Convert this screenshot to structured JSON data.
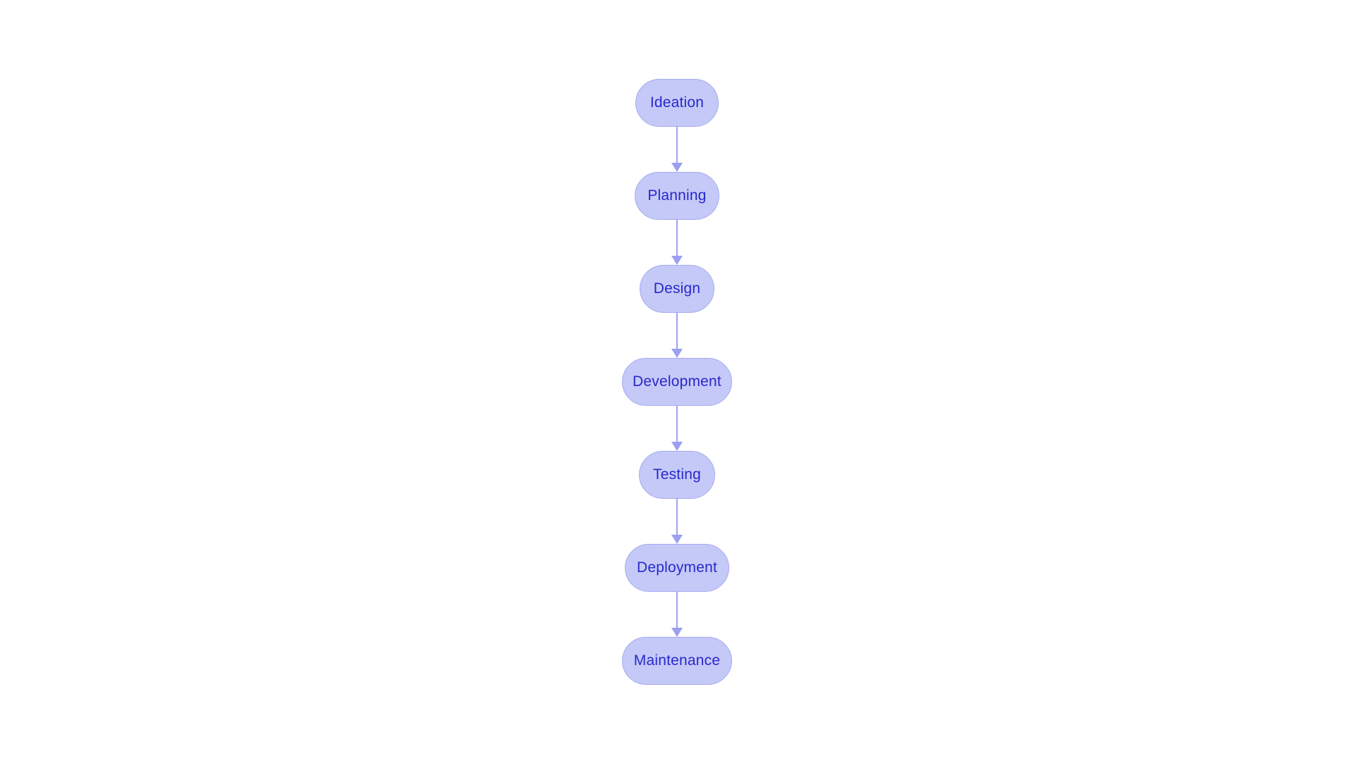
{
  "diagram": {
    "type": "flowchart",
    "orientation": "top-to-bottom",
    "background_color": "#ffffff",
    "node_fill": "#c5c9f7",
    "node_border": "#a5aaf0",
    "node_text_color": "#2828cc",
    "arrow_color": "#9a9ff0",
    "node_shape": "stadium",
    "nodes": [
      {
        "id": "ideation",
        "label": "Ideation",
        "width": 118
      },
      {
        "id": "planning",
        "label": "Planning",
        "width": 120
      },
      {
        "id": "design",
        "label": "Design",
        "width": 106
      },
      {
        "id": "development",
        "label": "Development",
        "width": 156
      },
      {
        "id": "testing",
        "label": "Testing",
        "width": 108
      },
      {
        "id": "deployment",
        "label": "Deployment",
        "width": 148
      },
      {
        "id": "maintenance",
        "label": "Maintenance",
        "width": 156
      }
    ],
    "edges": [
      {
        "from": "ideation",
        "to": "planning",
        "label": ""
      },
      {
        "from": "planning",
        "to": "design",
        "label": ""
      },
      {
        "from": "design",
        "to": "development",
        "label": ""
      },
      {
        "from": "development",
        "to": "testing",
        "label": ""
      },
      {
        "from": "testing",
        "to": "deployment",
        "label": ""
      },
      {
        "from": "deployment",
        "to": "maintenance",
        "label": ""
      }
    ]
  }
}
